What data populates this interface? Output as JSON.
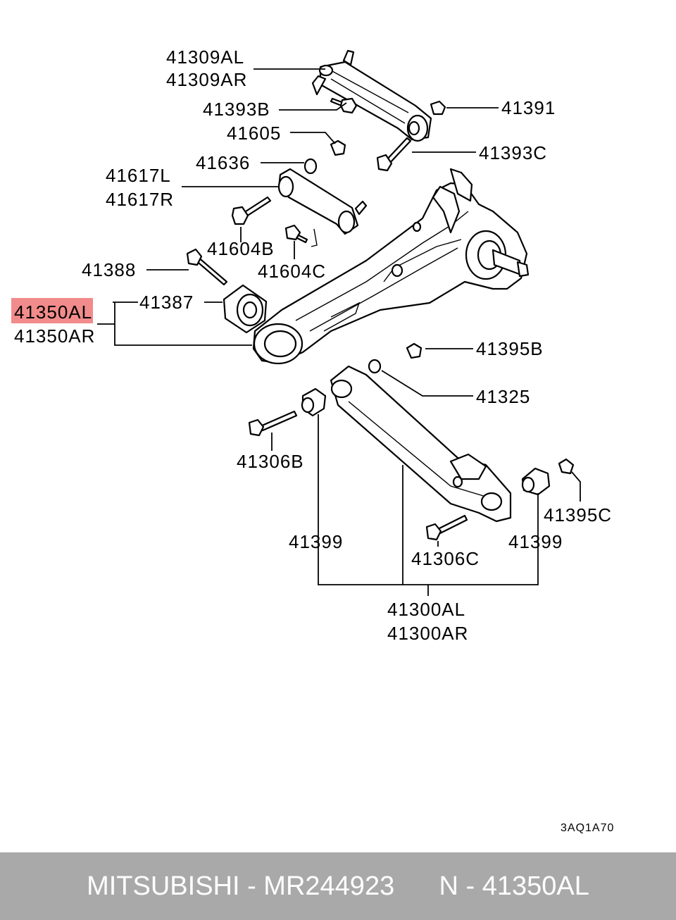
{
  "diagram": {
    "highlight_color": "#f28b8b",
    "labels": {
      "l41309AL": "41309AL",
      "l41309AR": "41309AR",
      "l41393B": "41393B",
      "l41391": "41391",
      "l41605": "41605",
      "l41393C": "41393C",
      "l41636": "41636",
      "l41617L": "41617L",
      "l41617R": "41617R",
      "l41604B": "41604B",
      "l41604C": "41604C",
      "l41388": "41388",
      "l41387": "41387",
      "l41350AL": "41350AL",
      "l41350AR": "41350AR",
      "l41395B": "41395B",
      "l41325": "41325",
      "l41306B": "41306B",
      "l41395C": "41395C",
      "l41399a": "41399",
      "l41399b": "41399",
      "l41306C": "41306C",
      "l41300AL": "41300AL",
      "l41300AR": "41300AR"
    },
    "ref_code": "3AQ1A70"
  },
  "footer": {
    "text": "MITSUBISHI - MR244923      N - 41350AL",
    "background": "#a9a9a9"
  }
}
